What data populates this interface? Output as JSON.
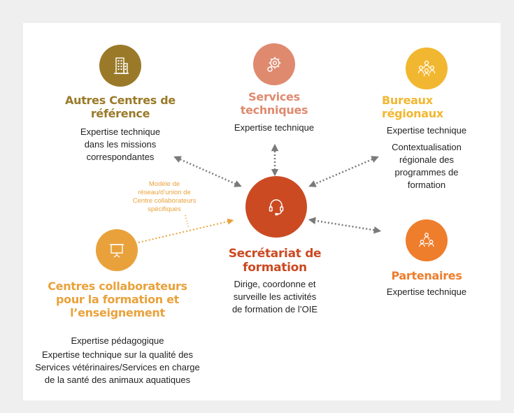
{
  "nodes": {
    "autres_centres": {
      "title": "Autres Centres de référence",
      "desc": "Expertise technique\ndans les missions\ncorrespondantes",
      "color": "#9a7a29",
      "icon": "building-icon"
    },
    "services_techniques": {
      "title": "Services techniques",
      "desc": "Expertise technique",
      "color": "#df8a6f",
      "icon": "gear-icon"
    },
    "bureaux_regionaux": {
      "title": "Bureaux régionaux",
      "desc_1": "Expertise technique",
      "desc_2": "Contextualisation\nrégionale des\nprogrammes de\nformation",
      "color": "#f2b730",
      "icon": "group-icon"
    },
    "secretariat": {
      "title": "Secrétariat de formation",
      "desc": "Dirige, coordonne et\nsurveille les activités\nde formation de l’OIE",
      "color": "#cb4a22",
      "icon": "headset-icon"
    },
    "partenaires": {
      "title": "Partenaires",
      "desc": "Expertise technique",
      "color": "#ee7d2c",
      "icon": "network-icon"
    },
    "centres_collaborateurs": {
      "title": "Centres collaborateurs pour la formation et l’enseignement",
      "desc_1": "Expertise pédagogique",
      "desc_2": "Expertise technique sur la qualité des\nServices vétérinaires/Services en charge\nde la santé des animaux aquatiques",
      "color": "#e9a23b",
      "icon": "presentation-icon"
    }
  },
  "note": "Modèle de\nréseau/d’union de\nCentre collaborateurs\nspécifiques",
  "connector_color": "#7a7a7a"
}
